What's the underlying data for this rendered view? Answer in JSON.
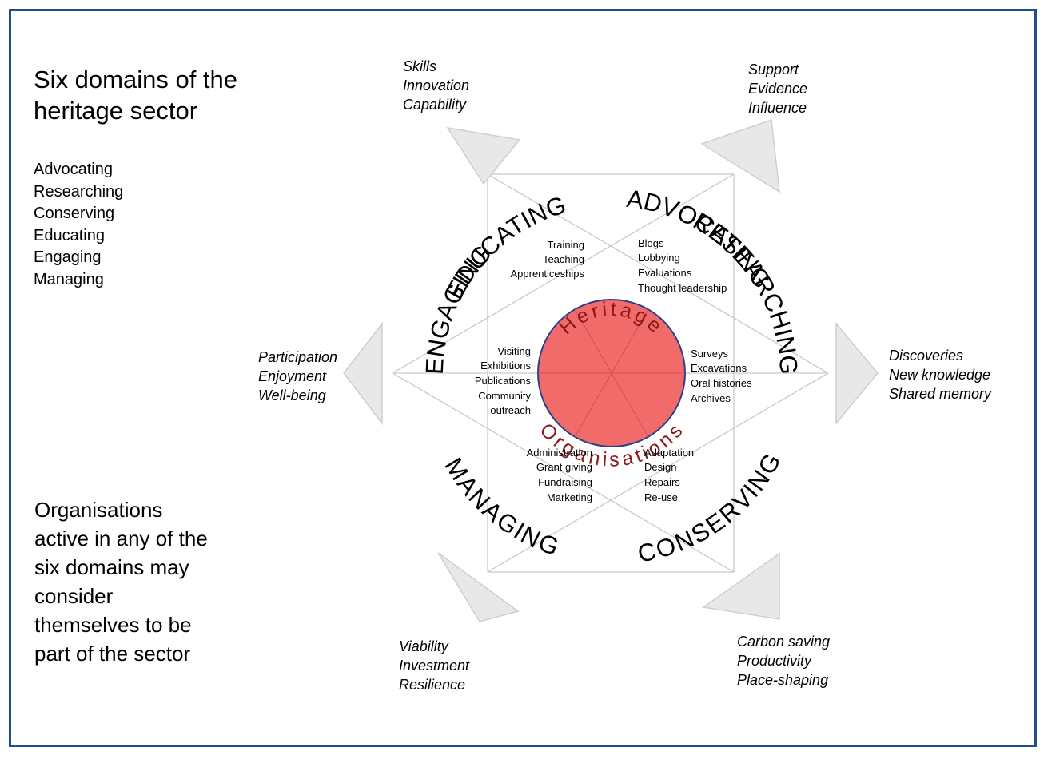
{
  "heading": {
    "line1": "Six domains of the",
    "line2": "heritage sector"
  },
  "domains": [
    "Advocating",
    "Researching",
    "Conserving",
    "Educating",
    "Engaging",
    "Managing"
  ],
  "note": {
    "line1": "Organisations",
    "line2": "active in any of the",
    "line3": "six domains may",
    "line4": "consider",
    "line5": "themselves to be",
    "line6": "part of the sector"
  },
  "ring_labels": {
    "educating": "EDUCATING",
    "advocating": "ADVOCATING",
    "researching": "RESEARCHING",
    "conserving": "CONSERVING",
    "managing": "MANAGING",
    "engaging": "ENGAGING"
  },
  "core": {
    "top": "Heritage",
    "bottom": "Organisations",
    "color": "#f26b6b",
    "border": "#2b3f8c"
  },
  "activities": {
    "educating": [
      "Training",
      "Teaching",
      "Apprenticeships"
    ],
    "advocating": [
      "Blogs",
      "Lobbying",
      "Evaluations",
      "Thought leadership"
    ],
    "engaging": [
      "Visiting",
      "Exhibitions",
      "Publications",
      "Community",
      "outreach"
    ],
    "researching": [
      "Surveys",
      "Excavations",
      "Oral histories",
      "Archives"
    ],
    "managing": [
      "Administration",
      "Grant giving",
      "Fundraising",
      "Marketing"
    ],
    "conserving": [
      "Adaptation",
      "Design",
      "Repairs",
      "Re-use"
    ]
  },
  "outcomes": {
    "educating": [
      "Skills",
      "Innovation",
      "Capability"
    ],
    "advocating": [
      "Support",
      "Evidence",
      "Influence"
    ],
    "engaging": [
      "Participation",
      "Enjoyment",
      "Well-being"
    ],
    "researching": [
      "Discoveries",
      "New knowledge",
      "Shared memory"
    ],
    "managing": [
      "Viability",
      "Investment",
      "Resilience"
    ],
    "conserving": [
      "Carbon saving",
      "Productivity",
      "Place-shaping"
    ]
  }
}
